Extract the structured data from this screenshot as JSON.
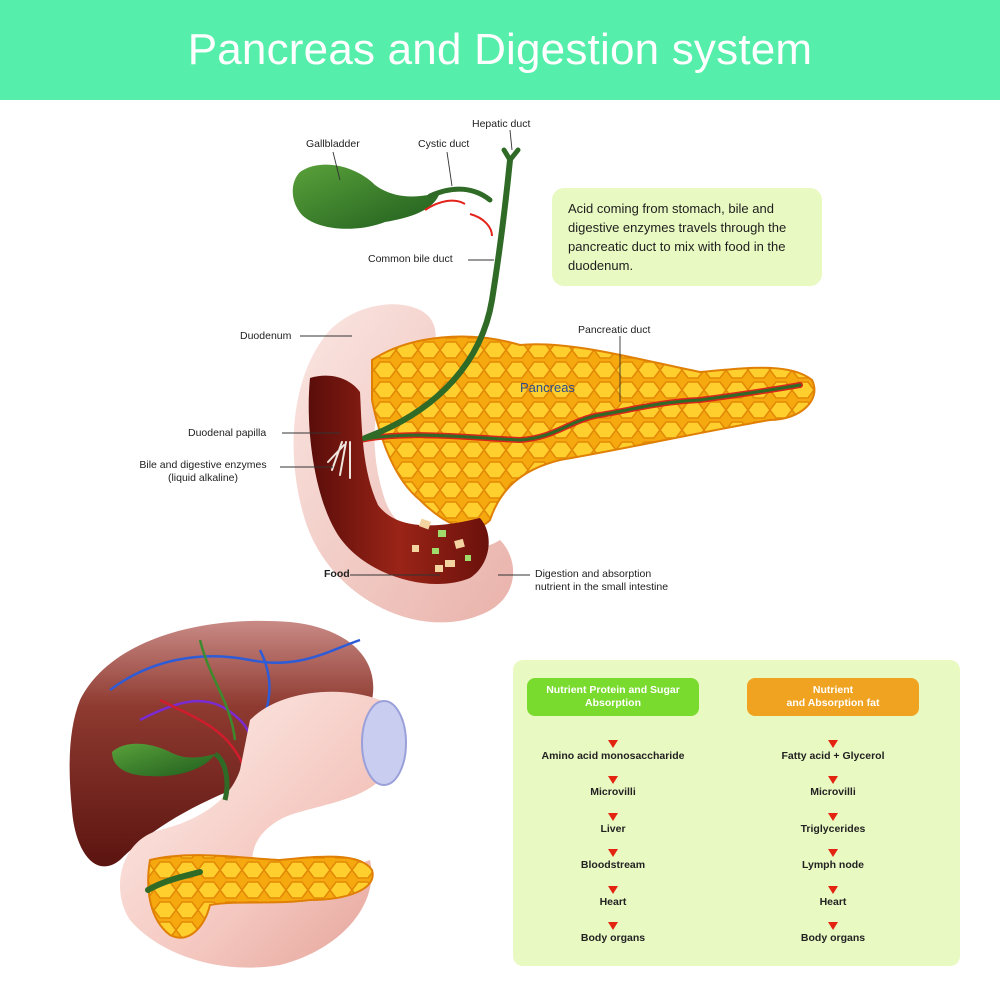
{
  "title": "Pancreas and Digestion system",
  "colors": {
    "header": "#55eeaa",
    "panel_bg": "#e9f9c2",
    "box_bg": "#e9f9c2",
    "protein_header": "#7adb2f",
    "fat_header": "#f0a321",
    "arrow": "#e32410"
  },
  "labels": {
    "gallbladder": "Gallbladder",
    "cystic_duct": "Cystic duct",
    "hepatic_duct": "Hepatic duct",
    "common_bile_duct": "Common bile duct",
    "duodenum": "Duodenum",
    "pancreatic_duct": "Pancreatic duct",
    "pancreas": "Pancreas",
    "duodenal_papilla": "Duodenal papilla",
    "bile_enzymes": "Bile and digestive enzymes",
    "bile_enzymes_sub": "(liquid alkaline)",
    "food": "Food",
    "digestion_1": "Digestion and absorption",
    "digestion_2": "nutrient in the small intestine"
  },
  "info_text": "Acid coming from stomach, bile and digestive enzymes travels through the pancreatic duct to mix with food in the duodenum.",
  "absorption": {
    "protein": {
      "title": "Nutrient Protein and Sugar\nAbsorption",
      "steps": [
        "Amino acid monosaccharide",
        "Microvilli",
        "Liver",
        "Bloodstream",
        "Heart",
        "Body organs"
      ]
    },
    "fat": {
      "title": "Nutrient\nand Absorption fat",
      "steps": [
        "Fatty acid + Glycerol",
        "Microvilli",
        "Triglycerides",
        "Lymph node",
        "Heart",
        "Body organs"
      ]
    }
  }
}
